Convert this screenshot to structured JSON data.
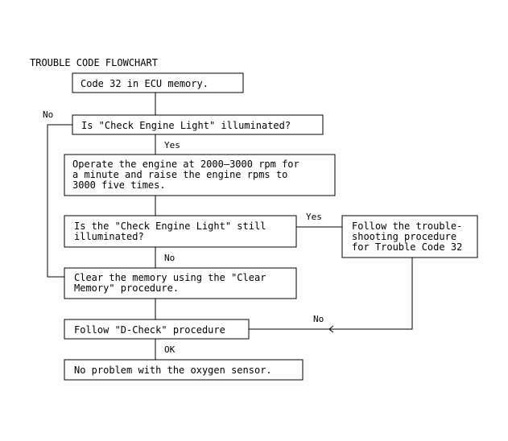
{
  "title": "TROUBLE CODE FLOWCHART",
  "boxes": {
    "start": [
      "Code 32 in ECU memory."
    ],
    "check_light": [
      "Is \"Check Engine Light\" illuminated?"
    ],
    "operate": [
      "Operate the engine at 2000–3000 rpm for",
      "a minute and raise the engine rpms to",
      "3000 five times."
    ],
    "still_lit": [
      "Is the \"Check Engine Light\" still",
      "illuminated?"
    ],
    "troubleshoot": [
      "Follow the trouble-",
      "shooting procedure",
      "for Trouble Code 32"
    ],
    "clear": [
      "Clear the memory using the \"Clear",
      "Memory\" procedure."
    ],
    "dcheck": [
      "Follow \"D-Check\" procedure"
    ],
    "end": [
      "No problem with the oxygen sensor."
    ]
  },
  "labels": {
    "no_1": "No",
    "yes_1": "Yes",
    "yes_2": "Yes",
    "no_2": "No",
    "no_3": "No",
    "ok": "OK"
  }
}
